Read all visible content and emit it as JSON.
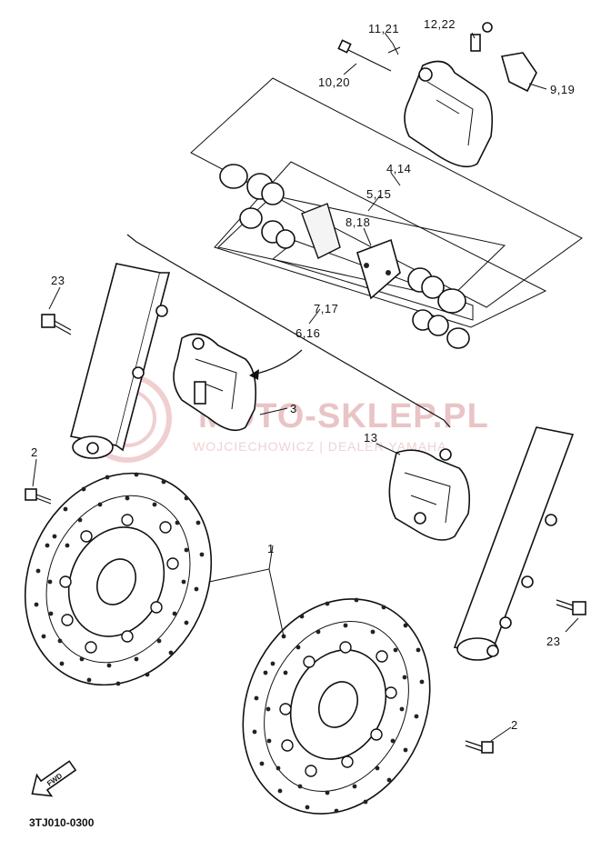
{
  "diagram": {
    "callouts": {
      "c_11_21": "11,21",
      "c_12_22": "12,22",
      "c_10_20": "10,20",
      "c_9_19": "9,19",
      "c_4_14": "4,14",
      "c_5_15": "5,15",
      "c_8_18": "8,18",
      "c_7_17": "7,17",
      "c_6_16": "6,16",
      "c_23_left": "23",
      "c_3": "3",
      "c_13": "13",
      "c_2_left": "2",
      "c_1": "1",
      "c_23_right": "23",
      "c_2_right": "2"
    },
    "drawing_code": "3TJ010-0300",
    "fwd_label": "FWD"
  },
  "watermark": {
    "brand": "MOTO-SKLEP.PL",
    "subtitle": "WOJCIECHOWICZ | DEALER YAMAHA",
    "color": "#e9c4c6"
  },
  "colors": {
    "line": "#111111",
    "background": "#ffffff"
  }
}
